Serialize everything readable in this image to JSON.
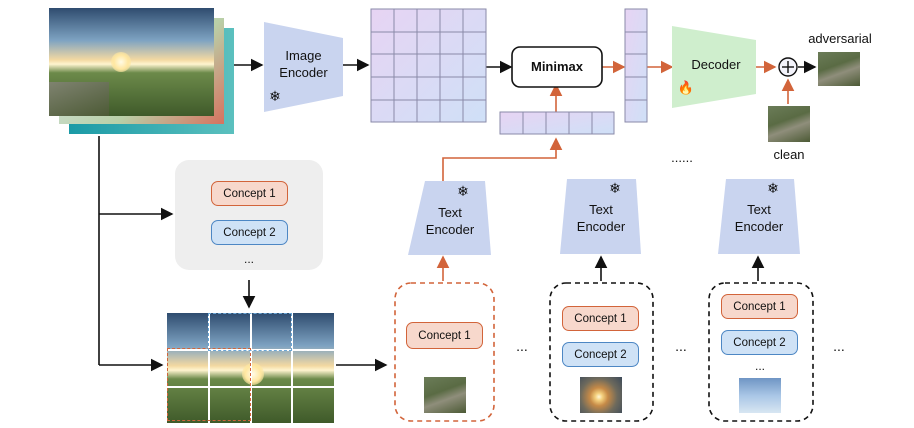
{
  "image_encoder": {
    "line1": "Image",
    "line2": "Encoder"
  },
  "minimax": "Minimax",
  "decoder": "Decoder",
  "adversarial": "adversarial",
  "clean": "clean",
  "text_encoder": {
    "line1": "Text",
    "line2": "Encoder"
  },
  "concept1": "Concept 1",
  "concept2": "Concept 2",
  "ellipsis_small": "...",
  "ellipsis_dots": "......",
  "ellipsis_mid": "...",
  "colors": {
    "encoder_fill": "#c9d4ef",
    "decoder_fill": "#cfeecd",
    "orange_arrow": "#d2643a",
    "grid_fill": "#dcd6f6"
  }
}
